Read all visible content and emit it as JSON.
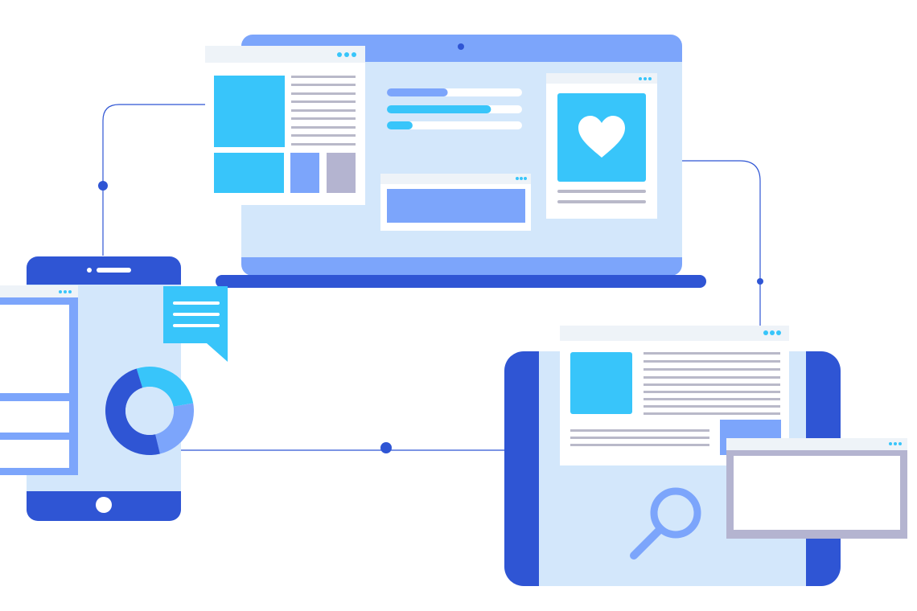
{
  "palette": {
    "background": "#ffffff",
    "royal_blue": "#2f55d4",
    "periwinkle": "#7ca5fb",
    "sky_blue": "#38c5fa",
    "pale_blue": "#d3e7fb",
    "window_bar": "#eef3f8",
    "lavender_grey": "#b4b4d0",
    "text_line_grey": "#b9b9c9",
    "connector_line": "#2f55d4",
    "white": "#ffffff"
  },
  "icons": {
    "heart": "heart-icon",
    "magnifier": "magnifier-icon",
    "donut_chart": "donut-chart-icon",
    "chat_bubble": "chat-bubble-icon",
    "window_dots": "window-dots-icon"
  },
  "devices": [
    "laptop",
    "smartphone",
    "tablet"
  ],
  "progress_bars": [
    0.45,
    0.77,
    0.19
  ],
  "donut_segments": [
    {
      "color": "sky_blue",
      "share": 0.27
    },
    {
      "color": "periwinkle",
      "share": 0.24
    },
    {
      "color": "royal_blue",
      "share": 0.49
    }
  ]
}
